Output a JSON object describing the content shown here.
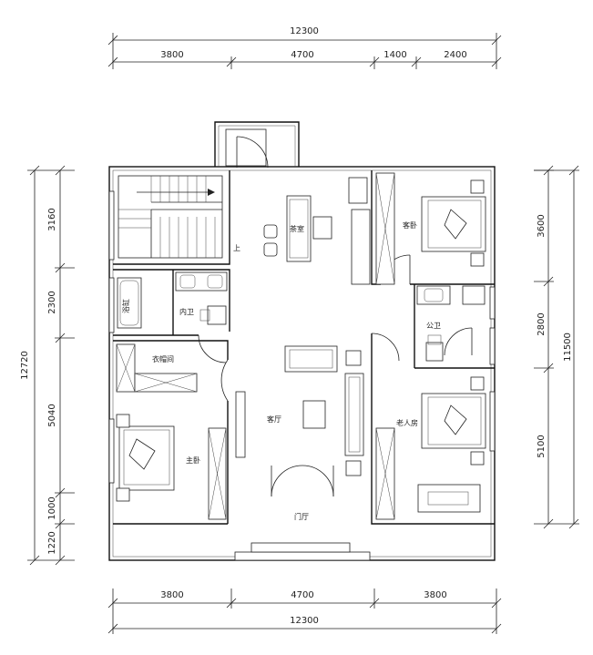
{
  "dimensions": {
    "top_total": "12300",
    "top_segments": [
      "3800",
      "4700",
      "1400",
      "2400"
    ],
    "bottom_segments": [
      "3800",
      "4700",
      "3800"
    ],
    "bottom_total": "12300",
    "left_total": "12720",
    "left_segments": [
      "3160",
      "2300",
      "5040",
      "1000",
      "1220"
    ],
    "right_total": "11500",
    "right_segments": [
      "3600",
      "2800",
      "5100"
    ]
  },
  "rooms": {
    "tea_room": "茶室",
    "up": "上",
    "guest_bedroom": "客卧",
    "ensuite_bath": "内卫",
    "public_bath": "公卫",
    "walk_in_closet": "衣帽间",
    "living_room": "客厅",
    "elder_room": "老人房",
    "master_bedroom": "主卧",
    "entrance_hall": "门厅",
    "bathtub": "浴缸"
  },
  "colors": {
    "line": "#111111",
    "background": "#ffffff"
  }
}
